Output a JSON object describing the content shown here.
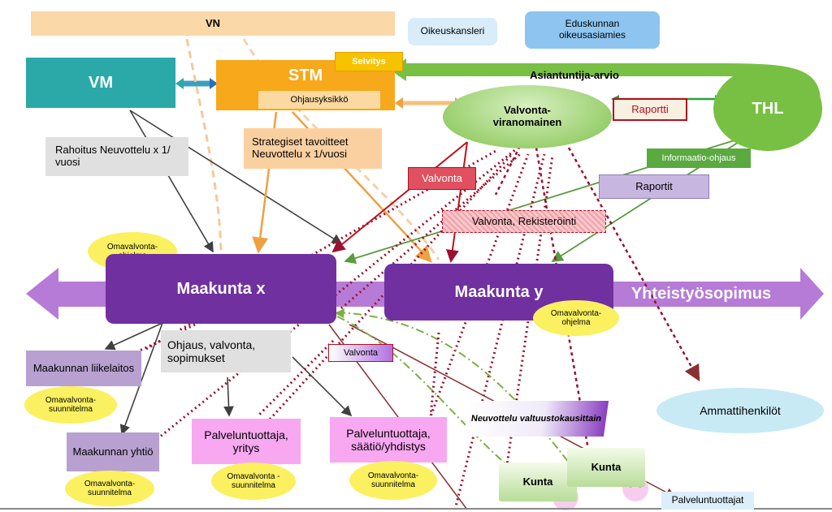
{
  "nodes": {
    "vn": "VN",
    "oikeuskansleri": "Oikeuskansleri",
    "eduskunnan_oikeusasiamies": "Eduskunnan oikeusasiamies",
    "vm": "VM",
    "stm": "STM",
    "selvitys": "Selvitys",
    "ohjausyksikko": "Ohjausyksikkö",
    "asiantuntija_arvio": "Asiantuntija-arvio",
    "valvontaviranomainen": "Valvonta-viranomainen",
    "raportti": "Raportti",
    "thl": "THL",
    "informaatio_ohjaus": "Informaatio-ohjaus",
    "raportit": "Raportit",
    "rahoitus": "Rahoitus Neuvottelu x 1/ vuosi",
    "strategiset": "Strategiset tavoitteet Neuvottelu x 1/vuosi",
    "valvonta_top": "Valvonta",
    "valvonta_rekisterointi": "Valvonta, Rekisteröinti",
    "omavalvontaohjelma_x": "Omavalvonta-ohjelma",
    "maakunta_x": "Maakunta x",
    "maakunta_y": "Maakunta y",
    "yhteistyosopimus": "Yhteistyösopimus",
    "omavalvontaohjelma_y": "Omavalvonta-ohjelma",
    "maakunnan_liikelaitos": "Maakunnan liikelaitos",
    "omavalvontasuunnitelma_liikelaitos": "Omavalvonta-suunnitelma",
    "ohjaus_valvonta": "Ohjaus, valvonta, sopimukset",
    "valvonta_mid": "Valvonta",
    "ammattihenkilot": "Ammattihenkilöt",
    "neuvottelu": "Neuvottelu valtuustokausittain",
    "maakunnan_yhtio": "Maakunnan yhtiö",
    "omavalvontasuunnitelma_yhtio": "Omavalvonta-suunnitelma",
    "palveluntuottaja_yritys": "Palveluntuottaja, yritys",
    "omavalvontasuunnitelma_yritys": "Omavalvonta -suunnitelma",
    "palveluntuottaja_saatio": "Palveluntuottaja, säätiö/yhdistys",
    "omavalvontasuunnitelma_saatio": "Omavalvonta-suunnitelma",
    "kunta_1": "Kunta",
    "kunta_2": "Kunta",
    "palveluntuottajat": "Palveluntuottajat"
  },
  "colors": {
    "vm": "#2aa9a8",
    "stm": "#f7a81b",
    "maakunta": "#7030a0",
    "arrow_band": "#b57bd6",
    "thl": "#77c043",
    "dotted": "#9b1030",
    "vn": "#fbd8a8"
  }
}
